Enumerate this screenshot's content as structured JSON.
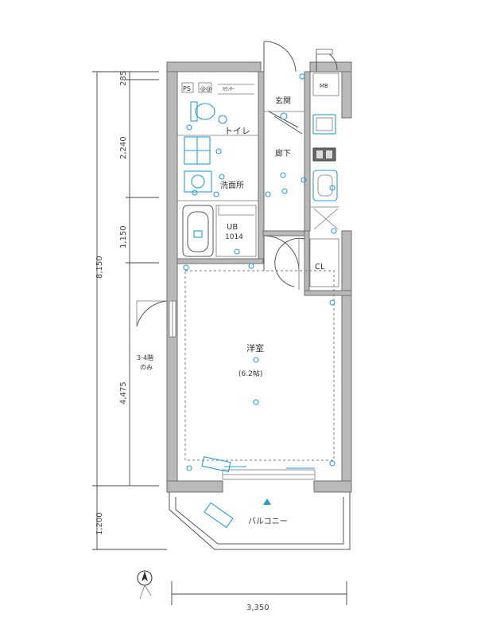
{
  "dimensions": {
    "left_total": "8,150",
    "seg_top": "285",
    "seg_toilet": "2,240",
    "seg_bath": "1,150",
    "seg_room": "4,475",
    "seg_balcony": "1,200",
    "bottom_width": "3,350"
  },
  "rooms": {
    "ps": "PS",
    "ps_mark": "@@",
    "kitchen_area": "ｶｳﾝﾀｰ",
    "entrance": "玄関",
    "toilet": "トイレ",
    "washroom": "洗面所",
    "hallway": "廊下",
    "ub_label": "UB",
    "ub_size": "1014",
    "cl": "CL",
    "mb": "MB",
    "western_room": "洋室",
    "western_room_size": "(6.2帖)",
    "balcony": "バルコニー",
    "side_note_1": "3-4階",
    "side_note_2": "のみ"
  },
  "colors": {
    "wall": "#b9b9b9",
    "fixture_blue": "#2b9bd6",
    "line": "#555555"
  },
  "icons": {
    "compass": "north-arrow-icon"
  }
}
